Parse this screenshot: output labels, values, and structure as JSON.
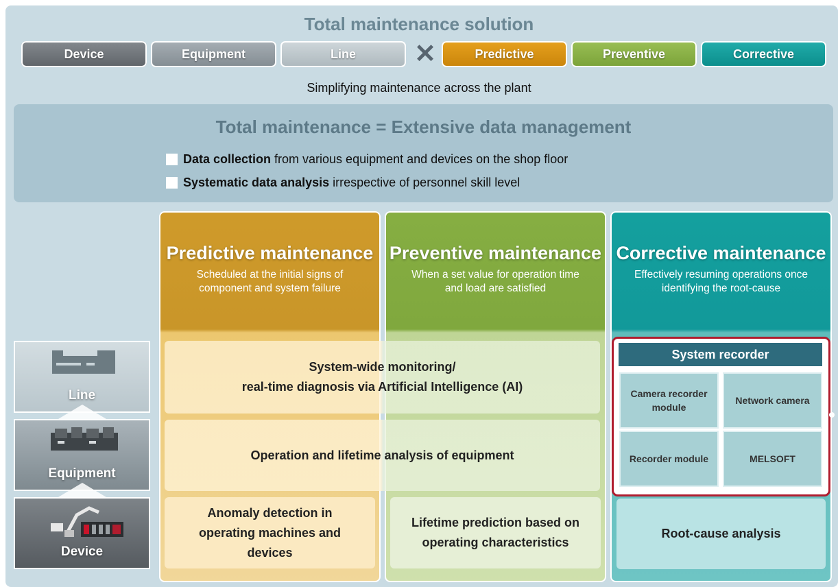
{
  "header": {
    "title": "Total maintenance solution",
    "levels": [
      "Device",
      "Equipment",
      "Line"
    ],
    "times_symbol": "✕",
    "types": [
      "Predictive",
      "Preventive",
      "Corrective"
    ],
    "tagline": "Simplifying maintenance across the plant"
  },
  "data_management": {
    "heading": "Total maintenance = Extensive data management",
    "bullets": [
      {
        "bold": "Data collection",
        "rest": "from various equipment and devices on the shop floor"
      },
      {
        "bold": "Systematic data analysis",
        "rest": "irrespective of personnel skill level"
      }
    ]
  },
  "columns": [
    {
      "title": "Predictive maintenance",
      "subtitle_1": "Scheduled at the initial signs of",
      "subtitle_2": "component and system failure"
    },
    {
      "title": "Preventive maintenance",
      "subtitle_1": "When a set value for operation time",
      "subtitle_2": "and load are satisfied"
    },
    {
      "title": "Corrective maintenance",
      "subtitle_1": "Effectively resuming operations once",
      "subtitle_2": "identifying the root-cause"
    }
  ],
  "levels": {
    "line": "Line",
    "equipment": "Equipment",
    "device": "Device"
  },
  "bands": {
    "monitoring_1": "System-wide monitoring/",
    "monitoring_2": "real-time diagnosis via Artificial Intelligence (AI)",
    "lifetime_analysis": "Operation and lifetime analysis of equipment",
    "anomaly_1": "Anomaly detection in",
    "anomaly_2": "operating machines and",
    "anomaly_3": "devices",
    "lifetime_pred_1": "Lifetime prediction based on",
    "lifetime_pred_2": "operating characteristics",
    "root_cause": "Root-cause analysis"
  },
  "system_recorder": {
    "title": "System recorder",
    "camera_recorder_1": "Camera recorder",
    "camera_recorder_2": "module",
    "network_camera": "Network camera",
    "recorder_module": "Recorder module",
    "melsoft": "MELSOFT"
  },
  "colors": {
    "device": "#6e7378",
    "equipment": "#8f989e",
    "line": "#b9c3c8",
    "predictive": "#d8900a",
    "preventive": "#85ad3f",
    "corrective": "#0e9a98",
    "panel": "#c9dbe3",
    "accent_red": "#b01c2e"
  }
}
